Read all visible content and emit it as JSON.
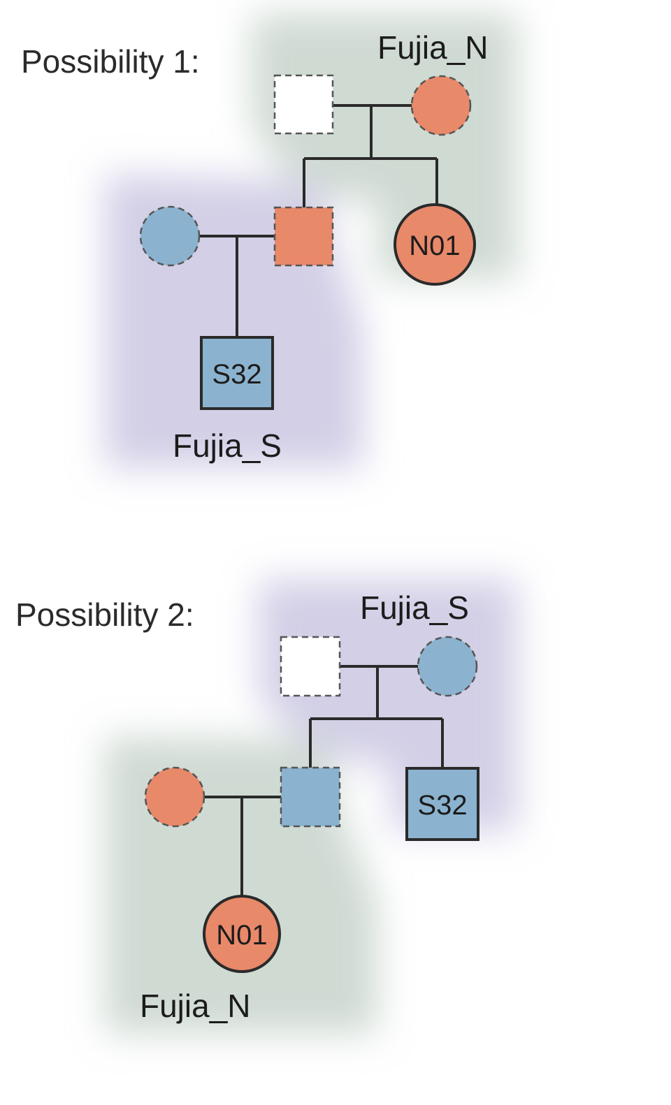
{
  "colors": {
    "orange": "#E8896A",
    "blue": "#8BB3CF",
    "line": "#2a2a2a",
    "dashed_outline": "#555555",
    "green_region": "#A7BBAE",
    "purple_region": "#ADA8D2"
  },
  "possibility_1": {
    "heading": "Possibility 1:",
    "top_group_label": "Fujia_N",
    "bottom_group_label": "Fujia_S",
    "individuals": {
      "unknown_father": {
        "shape": "square",
        "fill": "none",
        "outline": "dashed",
        "label": ""
      },
      "unknown_mother": {
        "shape": "circle",
        "fill": "orange",
        "outline": "dashed",
        "label": ""
      },
      "unknown_son": {
        "shape": "square",
        "fill": "orange",
        "outline": "dashed",
        "label": ""
      },
      "sampled_daughter": {
        "shape": "circle",
        "fill": "orange",
        "outline": "solid",
        "label": "N01"
      },
      "unknown_wife": {
        "shape": "circle",
        "fill": "blue",
        "outline": "dashed",
        "label": ""
      },
      "sampled_grandson": {
        "shape": "square",
        "fill": "blue",
        "outline": "solid",
        "label": "S32"
      }
    }
  },
  "possibility_2": {
    "heading": "Possibility 2:",
    "top_group_label": "Fujia_S",
    "bottom_group_label": "Fujia_N",
    "individuals": {
      "unknown_father": {
        "shape": "square",
        "fill": "none",
        "outline": "dashed",
        "label": ""
      },
      "unknown_mother": {
        "shape": "circle",
        "fill": "blue",
        "outline": "dashed",
        "label": ""
      },
      "unknown_son": {
        "shape": "square",
        "fill": "blue",
        "outline": "dashed",
        "label": ""
      },
      "sampled_son": {
        "shape": "square",
        "fill": "blue",
        "outline": "solid",
        "label": "S32"
      },
      "unknown_wife": {
        "shape": "circle",
        "fill": "orange",
        "outline": "dashed",
        "label": ""
      },
      "sampled_granddaughter": {
        "shape": "circle",
        "fill": "orange",
        "outline": "solid",
        "label": "N01"
      }
    }
  }
}
